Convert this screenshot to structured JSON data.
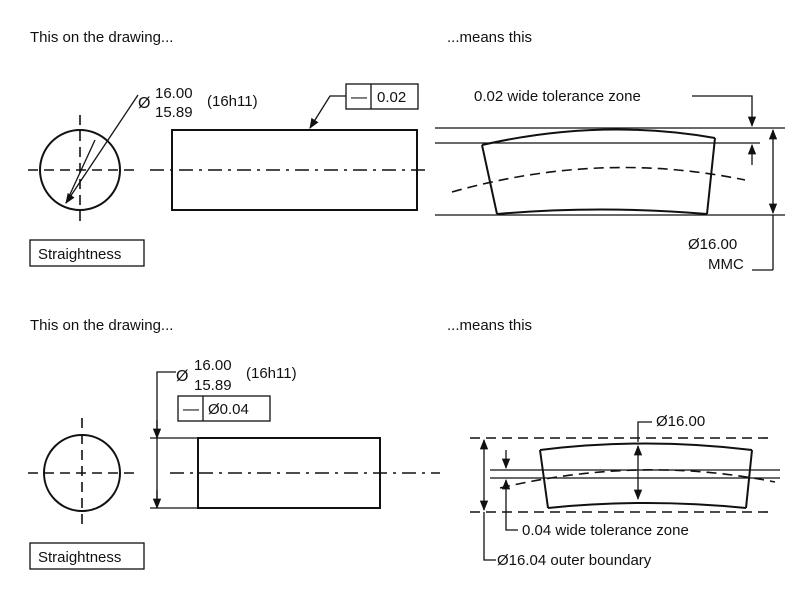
{
  "top": {
    "left_caption": "This on the drawing...",
    "right_caption": "...means this",
    "dia_symbol": "Ø",
    "dia_upper": "16.00",
    "dia_lower": "15.89",
    "fit_class": "(16h11)",
    "fcf_symbol": "—",
    "fcf_value": "0.02",
    "zone_label": "0.02 wide tolerance zone",
    "mmc_dia": "Ø16.00",
    "mmc_label": "MMC",
    "badge": "Straightness"
  },
  "bottom": {
    "left_caption": "This on the drawing...",
    "right_caption": "...means this",
    "dia_symbol": "Ø",
    "dia_upper": "16.00",
    "dia_lower": "15.89",
    "fit_class": "(16h11)",
    "fcf_symbol": "—",
    "fcf_value": "Ø0.04",
    "size_label": "Ø16.00",
    "zone_label": "0.04 wide tolerance zone",
    "outer_label": "Ø16.04 outer boundary",
    "badge": "Straightness"
  }
}
